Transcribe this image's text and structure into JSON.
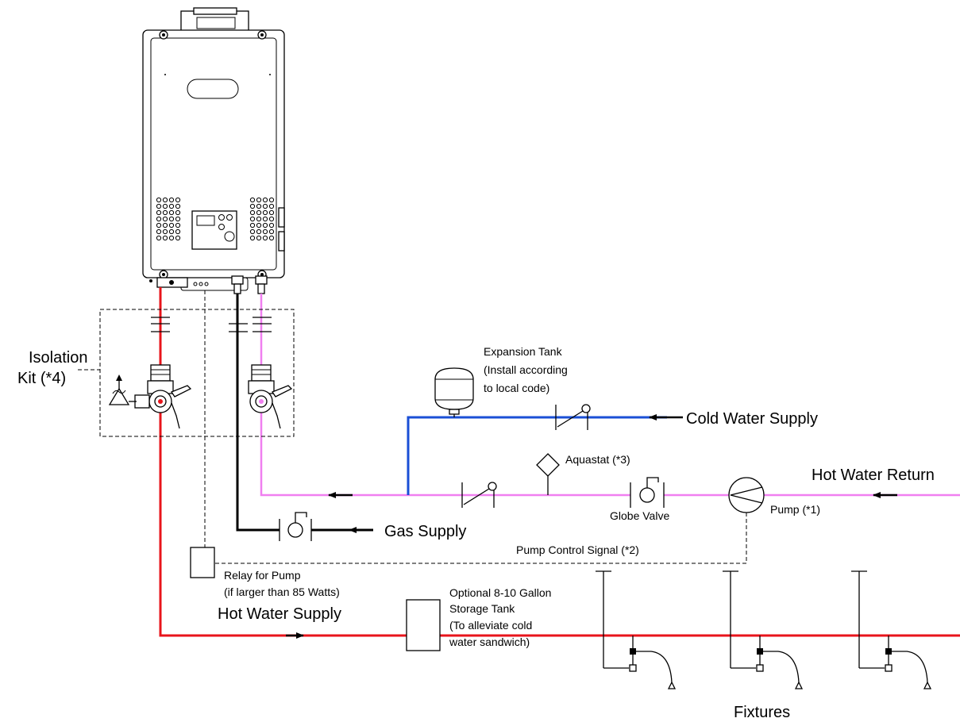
{
  "labels": {
    "isolation_kit": [
      "Isolation",
      "Kit (*4)"
    ],
    "expansion_tank": [
      "Expansion Tank",
      "(Install according",
      "to local code)"
    ],
    "cold_water_supply": "Cold Water Supply",
    "hot_water_return": "Hot Water Return",
    "aquastat": "Aquastat (*3)",
    "globe_valve": "Globe Valve",
    "pump": "Pump (*1)",
    "gas_supply": "Gas Supply",
    "pump_control_signal": "Pump Control Signal (*2)",
    "relay_for_pump": [
      "Relay for Pump",
      "(if larger than 85 Watts)"
    ],
    "storage_tank": [
      "Optional 8-10 Gallon",
      "Storage Tank",
      "(To alleviate cold",
      "water sandwich)"
    ],
    "hot_water_supply": "Hot Water Supply",
    "fixtures": "Fixtures"
  },
  "colors": {
    "hot_water": "#e8141b",
    "recirculation": "#f07ff0",
    "cold_water": "#1a4fd6",
    "gas": "#000000"
  },
  "icons": {
    "water_heater": "tankless-water-heater-icon",
    "check_valve": "check-valve-icon",
    "globe_valve": "globe-valve-icon",
    "gas_valve": "gas-valve-icon",
    "pump": "pump-icon",
    "expansion_tank": "expansion-tank-icon",
    "aquastat": "aquastat-icon",
    "relief_valve": "pressure-relief-valve-icon"
  }
}
